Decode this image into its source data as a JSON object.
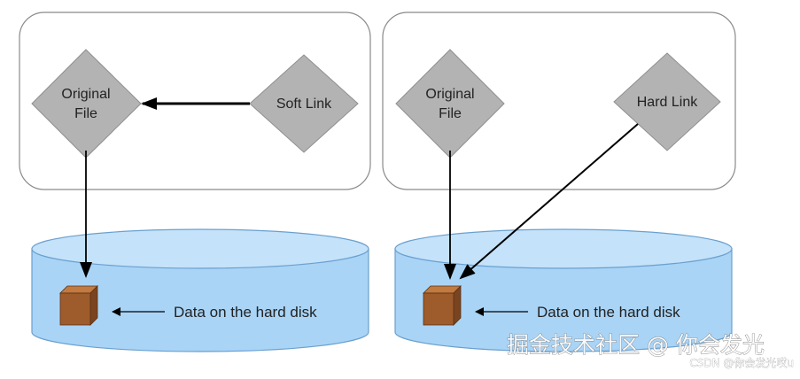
{
  "left_panel": {
    "original_file_line1": "Original",
    "original_file_line2": "File",
    "link_label": "Soft Link",
    "disk_label": "Data on the hard disk"
  },
  "right_panel": {
    "original_file_line1": "Original",
    "original_file_line2": "File",
    "link_label": "Hard Link",
    "disk_label": "Data on the hard disk"
  },
  "watermark": {
    "main": "掘金技术社区 @ 你会发光",
    "sub": "CSDN @你会发光哎u"
  },
  "colors": {
    "diamond_fill": "#b3b3b3",
    "disk_fill": "#a9d4f6",
    "disk_top": "#c4e2fa",
    "disk_stroke": "#6aa0cf",
    "block_front": "#9e5b2b",
    "block_top": "#c27a40",
    "block_side": "#7a4420",
    "panel_stroke": "#8a8a8a",
    "arrow": "#000000"
  }
}
